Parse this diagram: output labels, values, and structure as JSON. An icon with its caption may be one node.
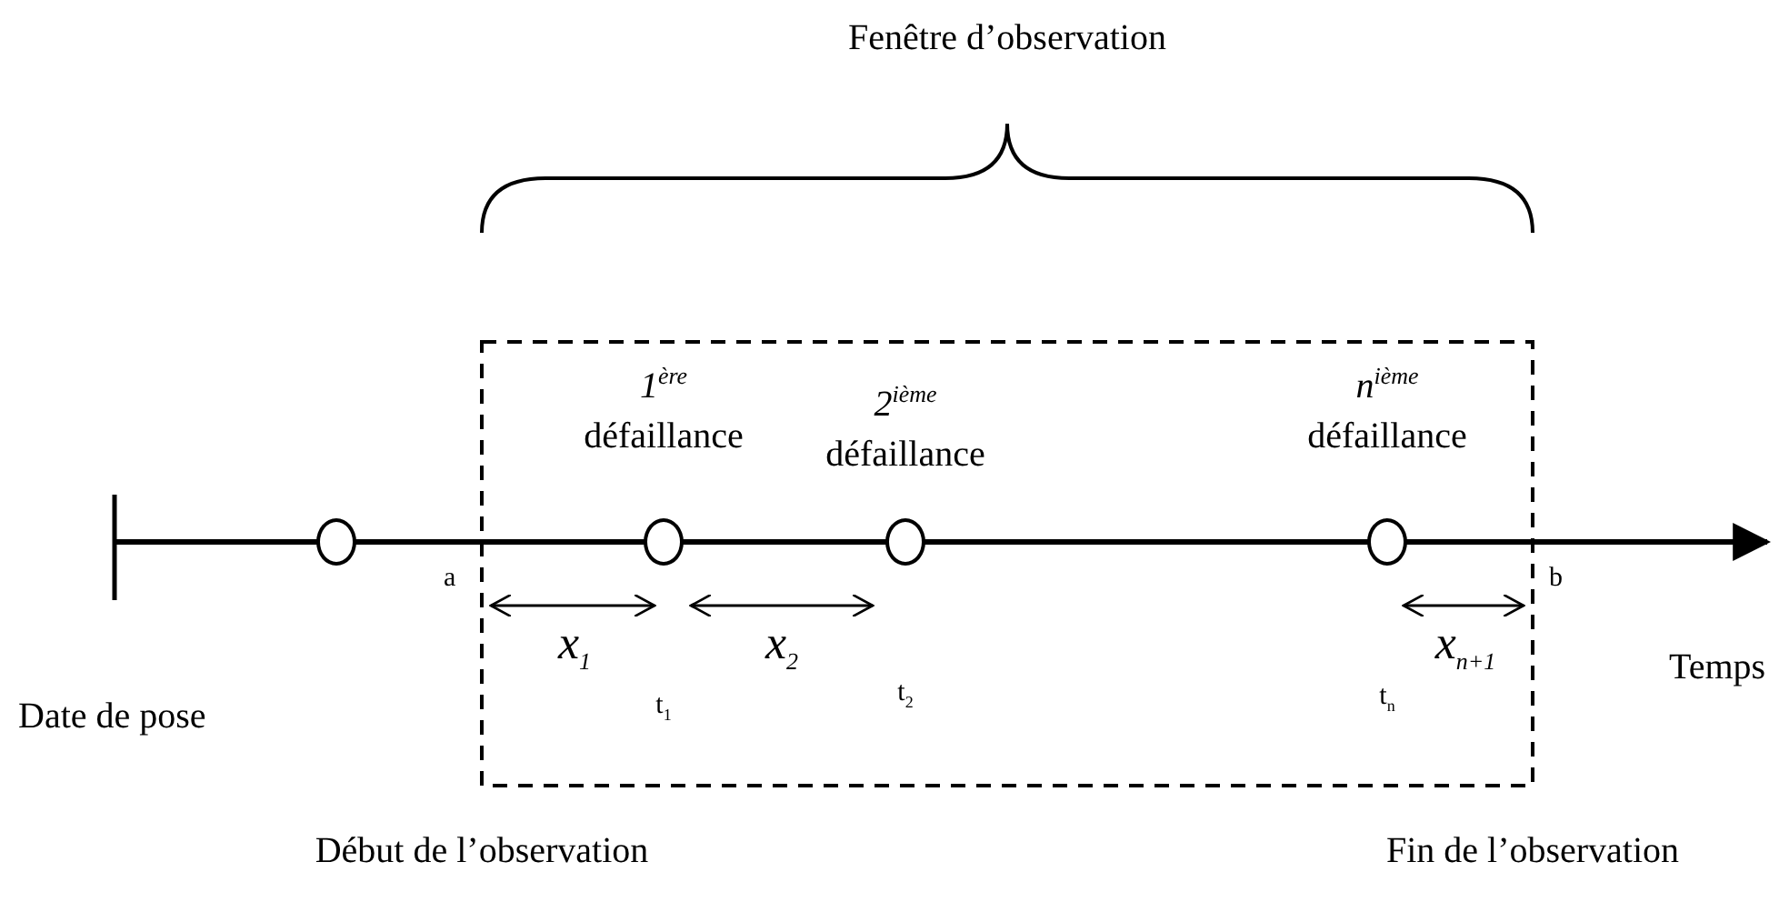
{
  "diagram": {
    "nodes": [
      {
        "text": [],
        "shape": "circle"
      },
      {
        "text": [],
        "shape": "circle",
        "beside": [
          "*1*$^{ère}$ défaillance"
        ]
      },
      {
        "text": [],
        "shape": "circle",
        "beside": [
          "*2*$^{ième}$ défaillance"
        ]
      },
      {
        "text": [],
        "shape": "circle",
        "beside": [
          "*n*$^{ième}$ défaillance"
        ]
      }
    ],
    "labels": [
      "Fenêtre d’observation",
      "a",
      "b",
      "*x*$_{1}$",
      "*x*$_{2}$",
      "*x*$_{n+1}$",
      "Temps",
      "Date de pose",
      "t$_{1}$",
      "t$_{2}$",
      "t$_{n}$",
      "Début de l’observation",
      "Fin de l’observation"
    ]
  }
}
